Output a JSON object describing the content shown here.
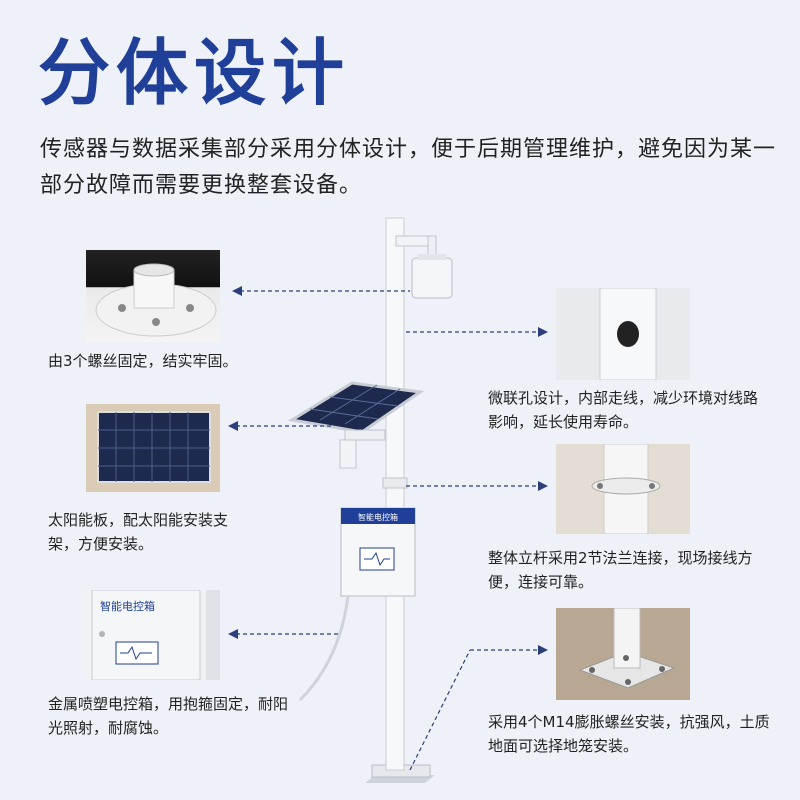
{
  "title": "分体设计",
  "description": "传感器与数据采集部分采用分体设计，便于后期管理维护，避免因为某一部分故障而需要更换整套设备。",
  "box_label": "智能电控箱",
  "features": [
    {
      "id": "screws",
      "caption": "由3个螺丝固定，结实牢固。"
    },
    {
      "id": "solar",
      "caption": "太阳能板，配太阳能安装支架，方便安装。"
    },
    {
      "id": "cabinet",
      "caption": "金属喷塑电控箱，用抱箍固定，耐阳光照射，耐腐蚀。"
    },
    {
      "id": "hole",
      "caption": "微联孔设计，内部走线，减少环境对线路影响，延长使用寿命。"
    },
    {
      "id": "flange",
      "caption": "整体立杆采用2节法兰连接，现场接线方便，连接可靠。"
    },
    {
      "id": "base",
      "caption": "采用4个M14膨胀螺丝安装，抗强风，土质地面可选择地笼安装。"
    }
  ],
  "colors": {
    "title": "#1f3f99",
    "background": "#eef1f8",
    "arrow": "#2b3f7a"
  }
}
